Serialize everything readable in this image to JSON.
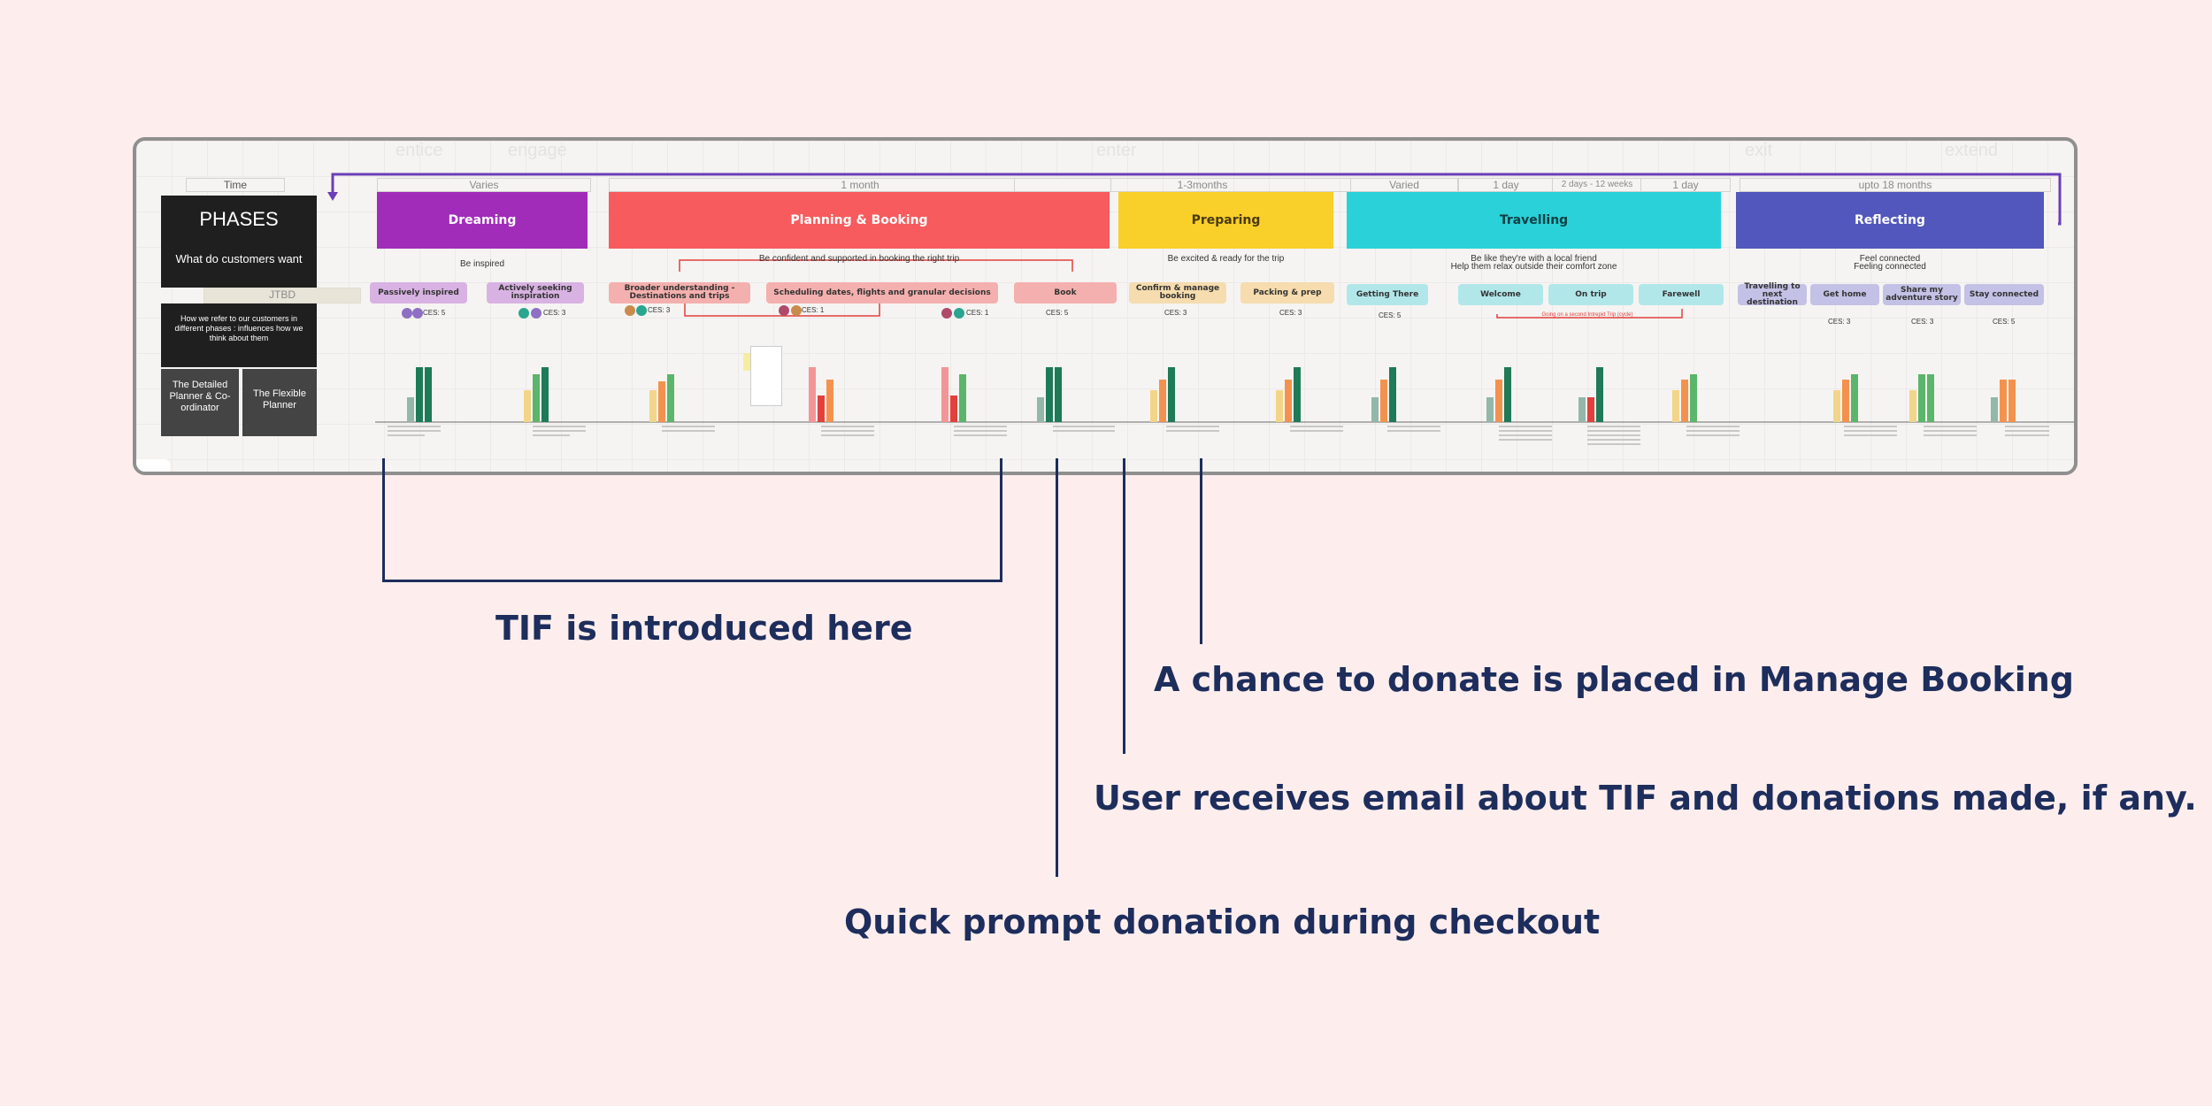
{
  "board": {
    "time_label": "Time",
    "jtbd_label": "JTBD",
    "phases_title": "PHASES",
    "phases_subtitle": "What do customers want",
    "phases_desc": "How we refer to our customers in different phases : influences how we think about them",
    "persona_a": "The Detailed Planner & Co-ordinator",
    "persona_b": "The Flexible Planner",
    "ghost_labels": [
      "entice",
      "engage",
      "enter",
      "exit",
      "extend"
    ],
    "durations": [
      "Varies",
      "1 month",
      "1-3months",
      "Varied",
      "1 day",
      "2 days - 12 weeks",
      "1 day",
      "upto 18 months"
    ],
    "phases": [
      {
        "label": "Dreaming",
        "color": "#a12cba"
      },
      {
        "label": "Planning & Booking",
        "color": "#f75b5d"
      },
      {
        "label": "Preparing",
        "color": "#f9cf29"
      },
      {
        "label": "Travelling",
        "color": "#2ad1d8"
      },
      {
        "label": "Reflecting",
        "color": "#5157bc"
      }
    ],
    "goals": [
      "Be inspired",
      "Be confident and supported in booking the right trip",
      "Be excited & ready for the trip",
      "Be like they're with a local friend",
      "Help them relax outside their comfort zone",
      "Feel connected",
      "Feeling connected"
    ],
    "steps": [
      {
        "label": "Passively inspired",
        "ces": "CES: 5"
      },
      {
        "label": "Actively seeking inspiration",
        "ces": "CES: 3"
      },
      {
        "label": "Broader understanding - Destinations and trips",
        "ces": "CES: 3"
      },
      {
        "label": "Scheduling dates, flights and granular decisions",
        "ces": "CES: 1"
      },
      {
        "label": "Book",
        "ces": "CES: 1"
      },
      {
        "label": "Confirm & manage booking",
        "ces": "CES: 5"
      },
      {
        "label": "Packing & prep",
        "ces": "CES: 3"
      },
      {
        "label": "Getting There",
        "ces": "CES: 3"
      },
      {
        "label": "Welcome",
        "ces": "CES: 5"
      },
      {
        "label": "On trip",
        "ces": ""
      },
      {
        "label": "Farewell",
        "ces": ""
      },
      {
        "label": "Travelling to next destination",
        "ces": ""
      },
      {
        "label": "Get home",
        "ces": "CES: 3"
      },
      {
        "label": "Share my adventure story",
        "ces": "CES: 3"
      },
      {
        "label": "Stay connected",
        "ces": "CES: 5"
      }
    ],
    "note_red": "Going on a second Intrepid Trip (cycle)",
    "colors": {
      "bar_dark_green": "#1e7a57",
      "bar_green": "#5bb56a",
      "bar_yellow": "#f3d58a",
      "bar_orange": "#f3924f",
      "bar_pink": "#f29596",
      "bar_red": "#e2403d",
      "bar_grey": "#93b7a9",
      "loop_arrow": "#6a3fb8"
    }
  },
  "annotations": {
    "tif": "TIF is introduced here",
    "donate": "A chance to donate is placed in Manage Booking",
    "email": "User receives email about TIF and donations made, if any.",
    "prompt": "Quick prompt donation during checkout"
  }
}
